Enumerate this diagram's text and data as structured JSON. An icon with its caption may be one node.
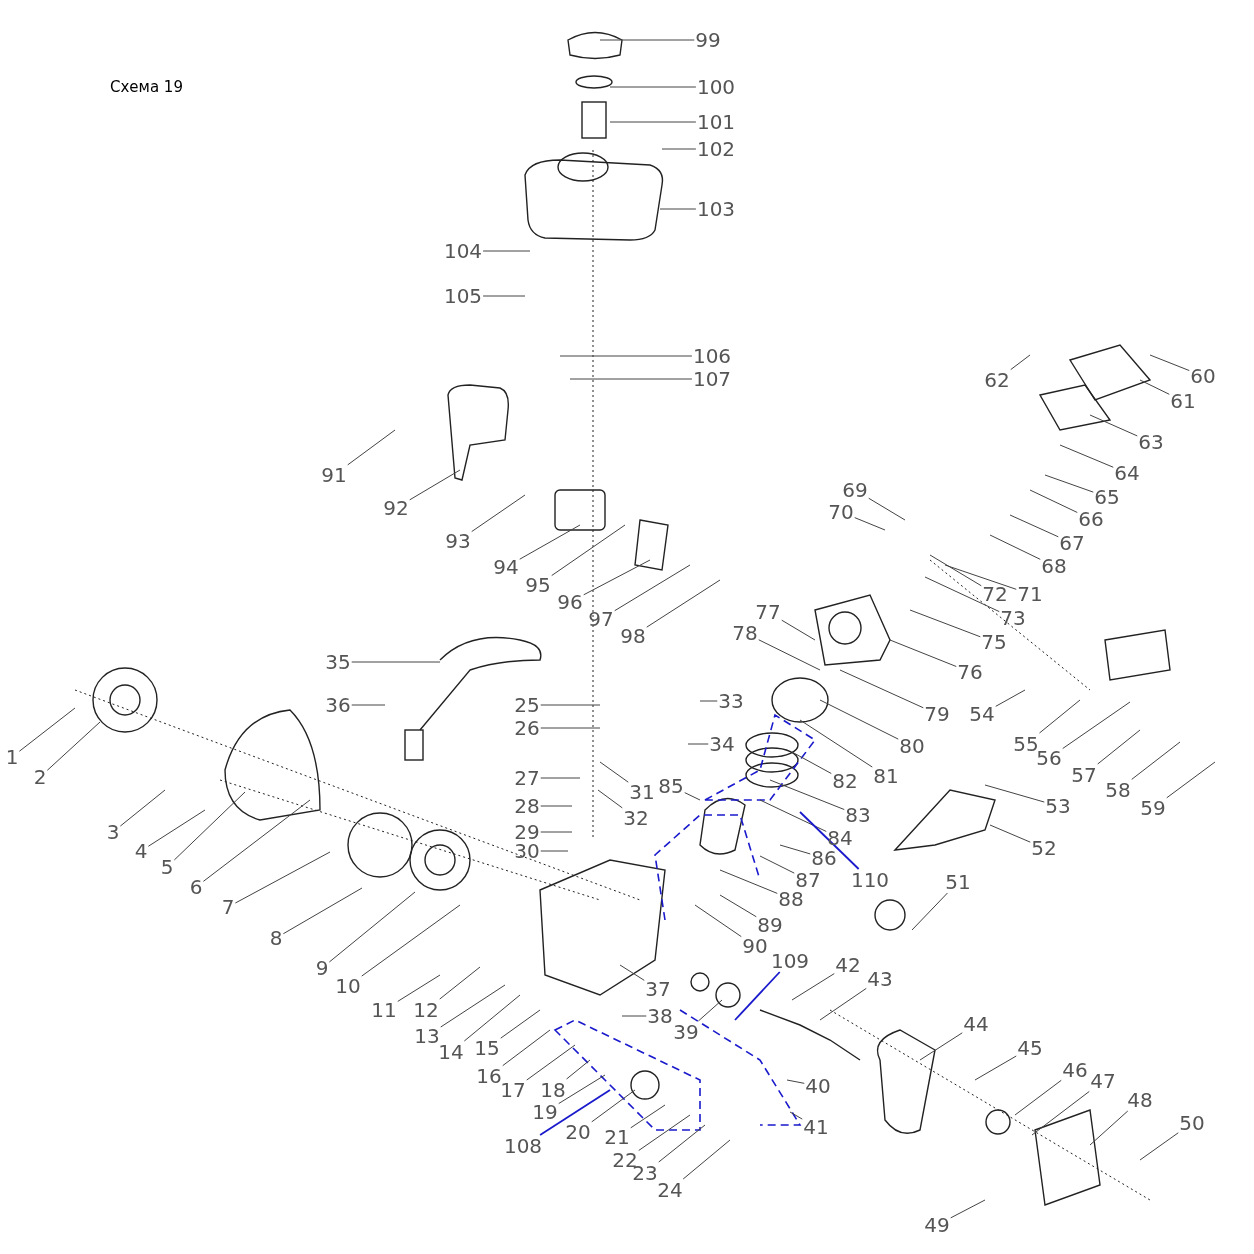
{
  "diagram": {
    "title": "Схема 19",
    "nodes": [
      {
        "text": [
          "1"
        ]
      },
      {
        "text": [
          "2"
        ]
      },
      {
        "text": [
          "3"
        ]
      },
      {
        "text": [
          "4"
        ]
      },
      {
        "text": [
          "5"
        ]
      },
      {
        "text": [
          "6"
        ]
      },
      {
        "text": [
          "7"
        ]
      },
      {
        "text": [
          "8"
        ]
      },
      {
        "text": [
          "9"
        ]
      },
      {
        "text": [
          "10"
        ]
      },
      {
        "text": [
          "11"
        ]
      },
      {
        "text": [
          "12"
        ]
      },
      {
        "text": [
          "13"
        ]
      },
      {
        "text": [
          "14"
        ]
      },
      {
        "text": [
          "15"
        ]
      },
      {
        "text": [
          "16"
        ]
      },
      {
        "text": [
          "17"
        ]
      },
      {
        "text": [
          "18"
        ]
      },
      {
        "text": [
          "19"
        ]
      },
      {
        "text": [
          "20"
        ]
      },
      {
        "text": [
          "21"
        ]
      },
      {
        "text": [
          "22"
        ]
      },
      {
        "text": [
          "23"
        ]
      },
      {
        "text": [
          "24"
        ]
      },
      {
        "text": [
          "25"
        ]
      },
      {
        "text": [
          "26"
        ]
      },
      {
        "text": [
          "27"
        ]
      },
      {
        "text": [
          "28"
        ]
      },
      {
        "text": [
          "29"
        ]
      },
      {
        "text": [
          "30"
        ]
      },
      {
        "text": [
          "31"
        ]
      },
      {
        "text": [
          "32"
        ]
      },
      {
        "text": [
          "33"
        ]
      },
      {
        "text": [
          "34"
        ]
      },
      {
        "text": [
          "35"
        ]
      },
      {
        "text": [
          "36"
        ]
      },
      {
        "text": [
          "37"
        ]
      },
      {
        "text": [
          "38"
        ]
      },
      {
        "text": [
          "39"
        ]
      },
      {
        "text": [
          "40"
        ]
      },
      {
        "text": [
          "41"
        ]
      },
      {
        "text": [
          "42"
        ]
      },
      {
        "text": [
          "43"
        ]
      },
      {
        "text": [
          "44"
        ]
      },
      {
        "text": [
          "45"
        ]
      },
      {
        "text": [
          "46"
        ]
      },
      {
        "text": [
          "47"
        ]
      },
      {
        "text": [
          "48"
        ]
      },
      {
        "text": [
          "49"
        ]
      },
      {
        "text": [
          "50"
        ]
      },
      {
        "text": [
          "51"
        ]
      },
      {
        "text": [
          "52"
        ]
      },
      {
        "text": [
          "53"
        ]
      },
      {
        "text": [
          "54"
        ]
      },
      {
        "text": [
          "55"
        ]
      },
      {
        "text": [
          "56"
        ]
      },
      {
        "text": [
          "57"
        ]
      },
      {
        "text": [
          "58"
        ]
      },
      {
        "text": [
          "59"
        ]
      },
      {
        "text": [
          "60"
        ]
      },
      {
        "text": [
          "61"
        ]
      },
      {
        "text": [
          "62"
        ]
      },
      {
        "text": [
          "63"
        ]
      },
      {
        "text": [
          "64"
        ]
      },
      {
        "text": [
          "65"
        ]
      },
      {
        "text": [
          "66"
        ]
      },
      {
        "text": [
          "67"
        ]
      },
      {
        "text": [
          "68"
        ]
      },
      {
        "text": [
          "69"
        ]
      },
      {
        "text": [
          "70"
        ]
      },
      {
        "text": [
          "71"
        ]
      },
      {
        "text": [
          "72"
        ]
      },
      {
        "text": [
          "73"
        ]
      },
      {
        "text": [
          "75"
        ]
      },
      {
        "text": [
          "76"
        ]
      },
      {
        "text": [
          "77"
        ]
      },
      {
        "text": [
          "78"
        ]
      },
      {
        "text": [
          "79"
        ]
      },
      {
        "text": [
          "80"
        ]
      },
      {
        "text": [
          "81"
        ]
      },
      {
        "text": [
          "82"
        ]
      },
      {
        "text": [
          "83"
        ]
      },
      {
        "text": [
          "84"
        ]
      },
      {
        "text": [
          "85"
        ]
      },
      {
        "text": [
          "86"
        ]
      },
      {
        "text": [
          "87"
        ]
      },
      {
        "text": [
          "88"
        ]
      },
      {
        "text": [
          "89"
        ]
      },
      {
        "text": [
          "90"
        ]
      },
      {
        "text": [
          "91"
        ]
      },
      {
        "text": [
          "92"
        ]
      },
      {
        "text": [
          "93"
        ]
      },
      {
        "text": [
          "94"
        ]
      },
      {
        "text": [
          "95"
        ]
      },
      {
        "text": [
          "96"
        ]
      },
      {
        "text": [
          "97"
        ]
      },
      {
        "text": [
          "98"
        ]
      },
      {
        "text": [
          "99"
        ]
      },
      {
        "text": [
          "100"
        ]
      },
      {
        "text": [
          "101"
        ]
      },
      {
        "text": [
          "102"
        ]
      },
      {
        "text": [
          "103"
        ]
      },
      {
        "text": [
          "104"
        ]
      },
      {
        "text": [
          "105"
        ]
      },
      {
        "text": [
          "106"
        ]
      },
      {
        "text": [
          "107"
        ]
      },
      {
        "text": [
          "108"
        ]
      },
      {
        "text": [
          "109"
        ]
      },
      {
        "text": [
          "110"
        ]
      }
    ],
    "edges": [
      {
        "from": 0,
        "to": null,
        "arrow": "none"
      },
      {
        "from": 1,
        "to": null,
        "arrow": "none"
      },
      {
        "from": 2,
        "to": null,
        "arrow": "none"
      },
      {
        "from": 3,
        "to": null,
        "arrow": "none"
      },
      {
        "from": 4,
        "to": null,
        "arrow": "none"
      },
      {
        "from": 5,
        "to": null,
        "arrow": "none"
      },
      {
        "from": 6,
        "to": null,
        "arrow": "none"
      },
      {
        "from": 7,
        "to": null,
        "arrow": "none"
      },
      {
        "from": 8,
        "to": null,
        "arrow": "none"
      },
      {
        "from": 9,
        "to": null,
        "arrow": "none"
      },
      {
        "from": 10,
        "to": null,
        "arrow": "none"
      },
      {
        "from": 11,
        "to": null,
        "arrow": "none"
      },
      {
        "from": 12,
        "to": null,
        "arrow": "none"
      },
      {
        "from": 13,
        "to": null,
        "arrow": "none"
      },
      {
        "from": 14,
        "to": null,
        "arrow": "none"
      },
      {
        "from": 15,
        "to": null,
        "arrow": "none"
      },
      {
        "from": 16,
        "to": null,
        "arrow": "none"
      },
      {
        "from": 17,
        "to": null,
        "arrow": "none"
      },
      {
        "from": 18,
        "to": null,
        "arrow": "none"
      },
      {
        "from": 19,
        "to": null,
        "arrow": "none"
      },
      {
        "from": 20,
        "to": null,
        "arrow": "none"
      },
      {
        "from": 21,
        "to": null,
        "arrow": "none"
      },
      {
        "from": 22,
        "to": null,
        "arrow": "none"
      },
      {
        "from": 23,
        "to": null,
        "arrow": "none"
      },
      {
        "from": 24,
        "to": null,
        "arrow": "none"
      },
      {
        "from": 25,
        "to": null,
        "arrow": "none"
      },
      {
        "from": 26,
        "to": null,
        "arrow": "none"
      },
      {
        "from": 27,
        "to": null,
        "arrow": "none"
      },
      {
        "from": 28,
        "to": null,
        "arrow": "none"
      },
      {
        "from": 29,
        "to": null,
        "arrow": "none"
      },
      {
        "from": 30,
        "to": null,
        "arrow": "none"
      },
      {
        "from": 31,
        "to": null,
        "arrow": "none"
      },
      {
        "from": 32,
        "to": null,
        "arrow": "none"
      },
      {
        "from": 33,
        "to": null,
        "arrow": "none"
      },
      {
        "from": 34,
        "to": null,
        "arrow": "none"
      },
      {
        "from": 35,
        "to": null,
        "arrow": "none"
      },
      {
        "from": 36,
        "to": null,
        "arrow": "none"
      },
      {
        "from": 37,
        "to": null,
        "arrow": "none"
      },
      {
        "from": 38,
        "to": null,
        "arrow": "none"
      },
      {
        "from": 39,
        "to": null,
        "arrow": "none"
      },
      {
        "from": 40,
        "to": null,
        "arrow": "none"
      },
      {
        "from": 41,
        "to": null,
        "arrow": "none"
      },
      {
        "from": 42,
        "to": null,
        "arrow": "none"
      },
      {
        "from": 43,
        "to": null,
        "arrow": "none"
      },
      {
        "from": 44,
        "to": null,
        "arrow": "none"
      },
      {
        "from": 45,
        "to": null,
        "arrow": "none"
      },
      {
        "from": 46,
        "to": null,
        "arrow": "none"
      },
      {
        "from": 47,
        "to": null,
        "arrow": "none"
      },
      {
        "from": 48,
        "to": null,
        "arrow": "none"
      },
      {
        "from": 49,
        "to": null,
        "arrow": "none"
      },
      {
        "from": 50,
        "to": null,
        "arrow": "none"
      },
      {
        "from": 51,
        "to": null,
        "arrow": "none"
      },
      {
        "from": 52,
        "to": null,
        "arrow": "none"
      },
      {
        "from": 53,
        "to": null,
        "arrow": "none"
      },
      {
        "from": 54,
        "to": null,
        "arrow": "none"
      },
      {
        "from": 55,
        "to": null,
        "arrow": "none"
      },
      {
        "from": 56,
        "to": null,
        "arrow": "none"
      },
      {
        "from": 57,
        "to": null,
        "arrow": "none"
      },
      {
        "from": 58,
        "to": null,
        "arrow": "none"
      },
      {
        "from": 59,
        "to": null,
        "arrow": "none"
      },
      {
        "from": 60,
        "to": null,
        "arrow": "none"
      },
      {
        "from": 61,
        "to": null,
        "arrow": "none"
      },
      {
        "from": 62,
        "to": null,
        "arrow": "none"
      },
      {
        "from": 63,
        "to": null,
        "arrow": "none"
      },
      {
        "from": 64,
        "to": null,
        "arrow": "none"
      },
      {
        "from": 65,
        "to": null,
        "arrow": "none"
      },
      {
        "from": 66,
        "to": null,
        "arrow": "none"
      },
      {
        "from": 67,
        "to": null,
        "arrow": "none"
      },
      {
        "from": 68,
        "to": null,
        "arrow": "none"
      },
      {
        "from": 69,
        "to": null,
        "arrow": "none"
      },
      {
        "from": 70,
        "to": null,
        "arrow": "none"
      },
      {
        "from": 71,
        "to": null,
        "arrow": "none"
      },
      {
        "from": 72,
        "to": null,
        "arrow": "none"
      },
      {
        "from": 73,
        "to": null,
        "arrow": "none"
      },
      {
        "from": 74,
        "to": null,
        "arrow": "none"
      },
      {
        "from": 75,
        "to": null,
        "arrow": "none"
      },
      {
        "from": 76,
        "to": null,
        "arrow": "none"
      },
      {
        "from": 77,
        "to": null,
        "arrow": "none"
      },
      {
        "from": 78,
        "to": null,
        "arrow": "none"
      },
      {
        "from": 79,
        "to": null,
        "arrow": "none"
      },
      {
        "from": 80,
        "to": null,
        "arrow": "none"
      },
      {
        "from": 81,
        "to": null,
        "arrow": "none"
      },
      {
        "from": 82,
        "to": null,
        "arrow": "none"
      },
      {
        "from": 83,
        "to": null,
        "arrow": "none"
      },
      {
        "from": 84,
        "to": null,
        "arrow": "none"
      },
      {
        "from": 85,
        "to": null,
        "arrow": "none"
      },
      {
        "from": 86,
        "to": null,
        "arrow": "none"
      },
      {
        "from": 87,
        "to": null,
        "arrow": "none"
      },
      {
        "from": 88,
        "to": null,
        "arrow": "none"
      },
      {
        "from": 89,
        "to": null,
        "arrow": "none"
      },
      {
        "from": 90,
        "to": null,
        "arrow": "none"
      },
      {
        "from": 91,
        "to": null,
        "arrow": "none"
      },
      {
        "from": 92,
        "to": null,
        "arrow": "none"
      },
      {
        "from": 93,
        "to": null,
        "arrow": "none"
      },
      {
        "from": 94,
        "to": null,
        "arrow": "none"
      },
      {
        "from": 95,
        "to": null,
        "arrow": "none"
      },
      {
        "from": 96,
        "to": null,
        "arrow": "none"
      },
      {
        "from": 97,
        "to": null,
        "arrow": "none"
      },
      {
        "from": 98,
        "to": null,
        "arrow": "none"
      },
      {
        "from": 99,
        "to": null,
        "arrow": "none"
      },
      {
        "from": 100,
        "to": null,
        "arrow": "none"
      },
      {
        "from": 101,
        "to": null,
        "arrow": "none"
      },
      {
        "from": 102,
        "to": null,
        "arrow": "none"
      },
      {
        "from": 103,
        "to": null,
        "arrow": "none"
      },
      {
        "from": 104,
        "to": null,
        "arrow": "none"
      },
      {
        "from": 105,
        "to": null,
        "arrow": "none"
      },
      {
        "from": 106,
        "to": null,
        "arrow": "none",
        "color": "#1a1acc"
      },
      {
        "from": 107,
        "to": null,
        "arrow": "none",
        "color": "#1a1acc"
      },
      {
        "from": 108,
        "to": null,
        "arrow": "none",
        "color": "#1a1acc"
      }
    ]
  }
}
